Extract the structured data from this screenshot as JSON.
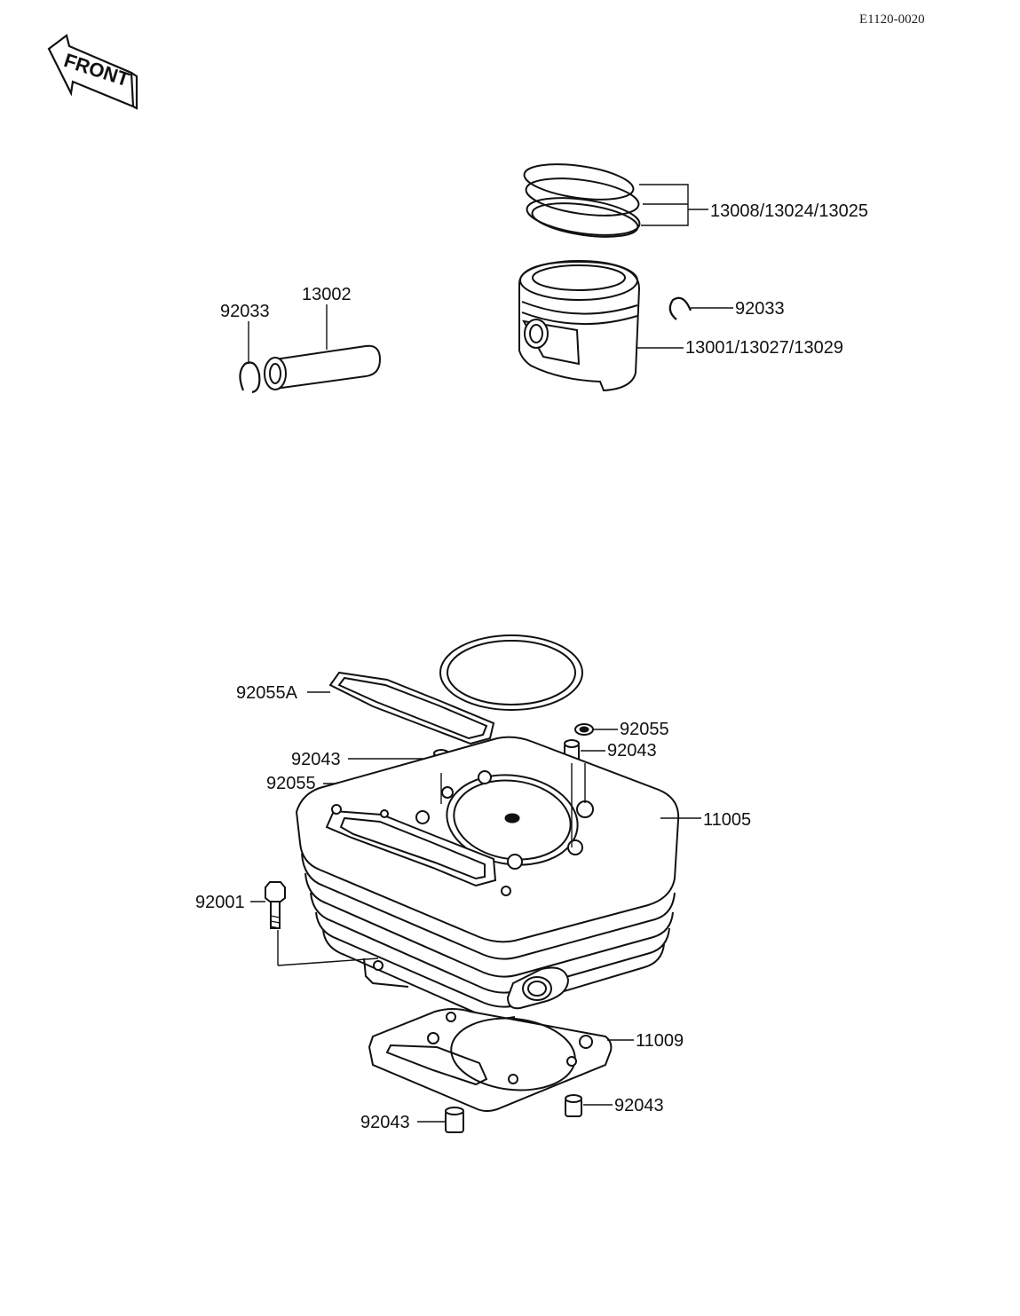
{
  "header": {
    "diagram_code": "E1120-0020",
    "front_marker": "FRONT"
  },
  "labels": {
    "rings": "13008/13024/13025",
    "pin_clip_right": "92033",
    "piston": "13001/13027/13029",
    "pin_clip_left": "92033",
    "piston_pin": "13002",
    "head_gasket_small": "92055A",
    "oring_top_right": "92055",
    "dowel_top_right": "92043",
    "dowel_top_left": "92043",
    "oring_top_left": "92055",
    "cylinder": "11005",
    "bolt": "92001",
    "base_gasket": "11009",
    "dowel_bottom_right": "92043",
    "dowel_bottom_left": "92043"
  }
}
